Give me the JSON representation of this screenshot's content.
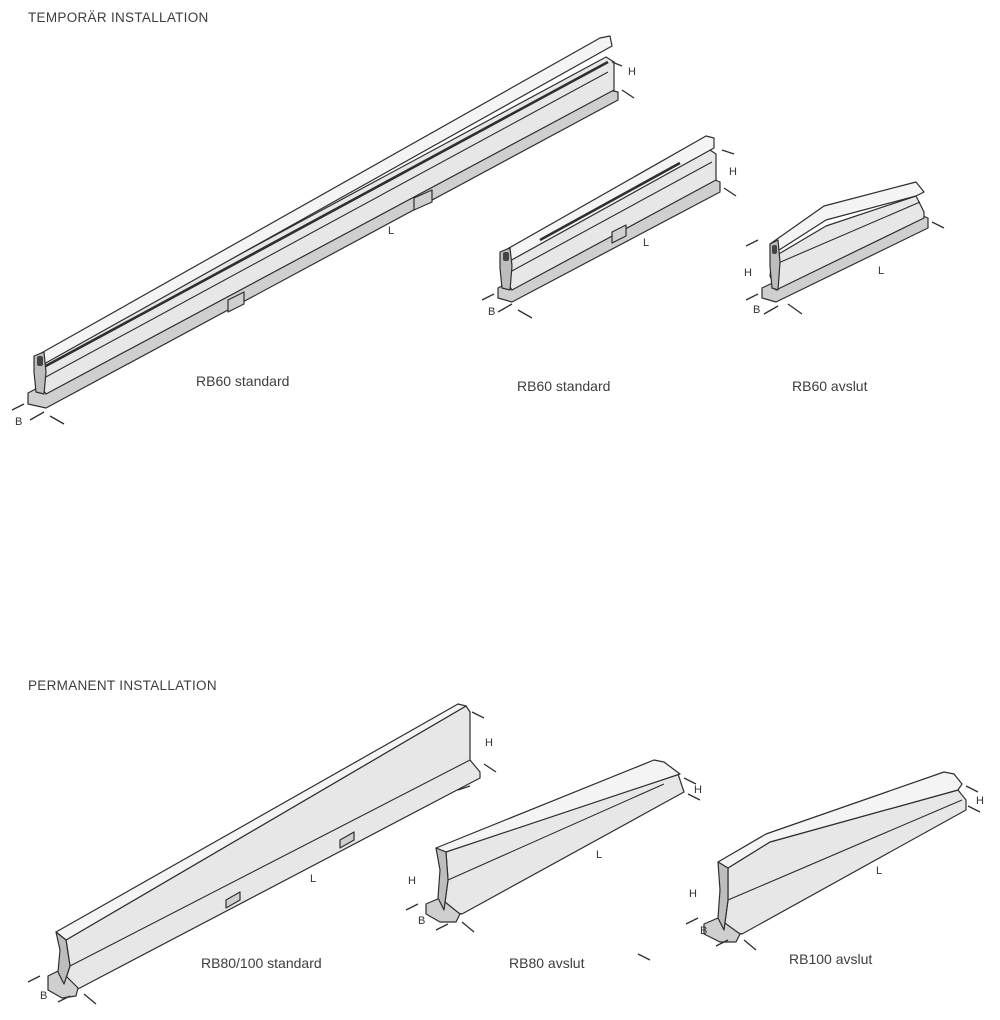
{
  "sections": {
    "temporary": {
      "title": "TEMPORÄR INSTALLATION"
    },
    "permanent": {
      "title": "PERMANENT INSTALLATION"
    }
  },
  "barriers": {
    "rb60_long": {
      "caption": "RB60 standard"
    },
    "rb60_short": {
      "caption": "RB60 standard"
    },
    "rb60_end": {
      "caption": "RB60 avslut"
    },
    "rb80_100": {
      "caption": "RB80/100 standard"
    },
    "rb80_end": {
      "caption": "RB80 avslut"
    },
    "rb100_end": {
      "caption": "RB100 avslut"
    }
  },
  "dimensions": {
    "height": "H",
    "length": "L",
    "width": "B"
  }
}
